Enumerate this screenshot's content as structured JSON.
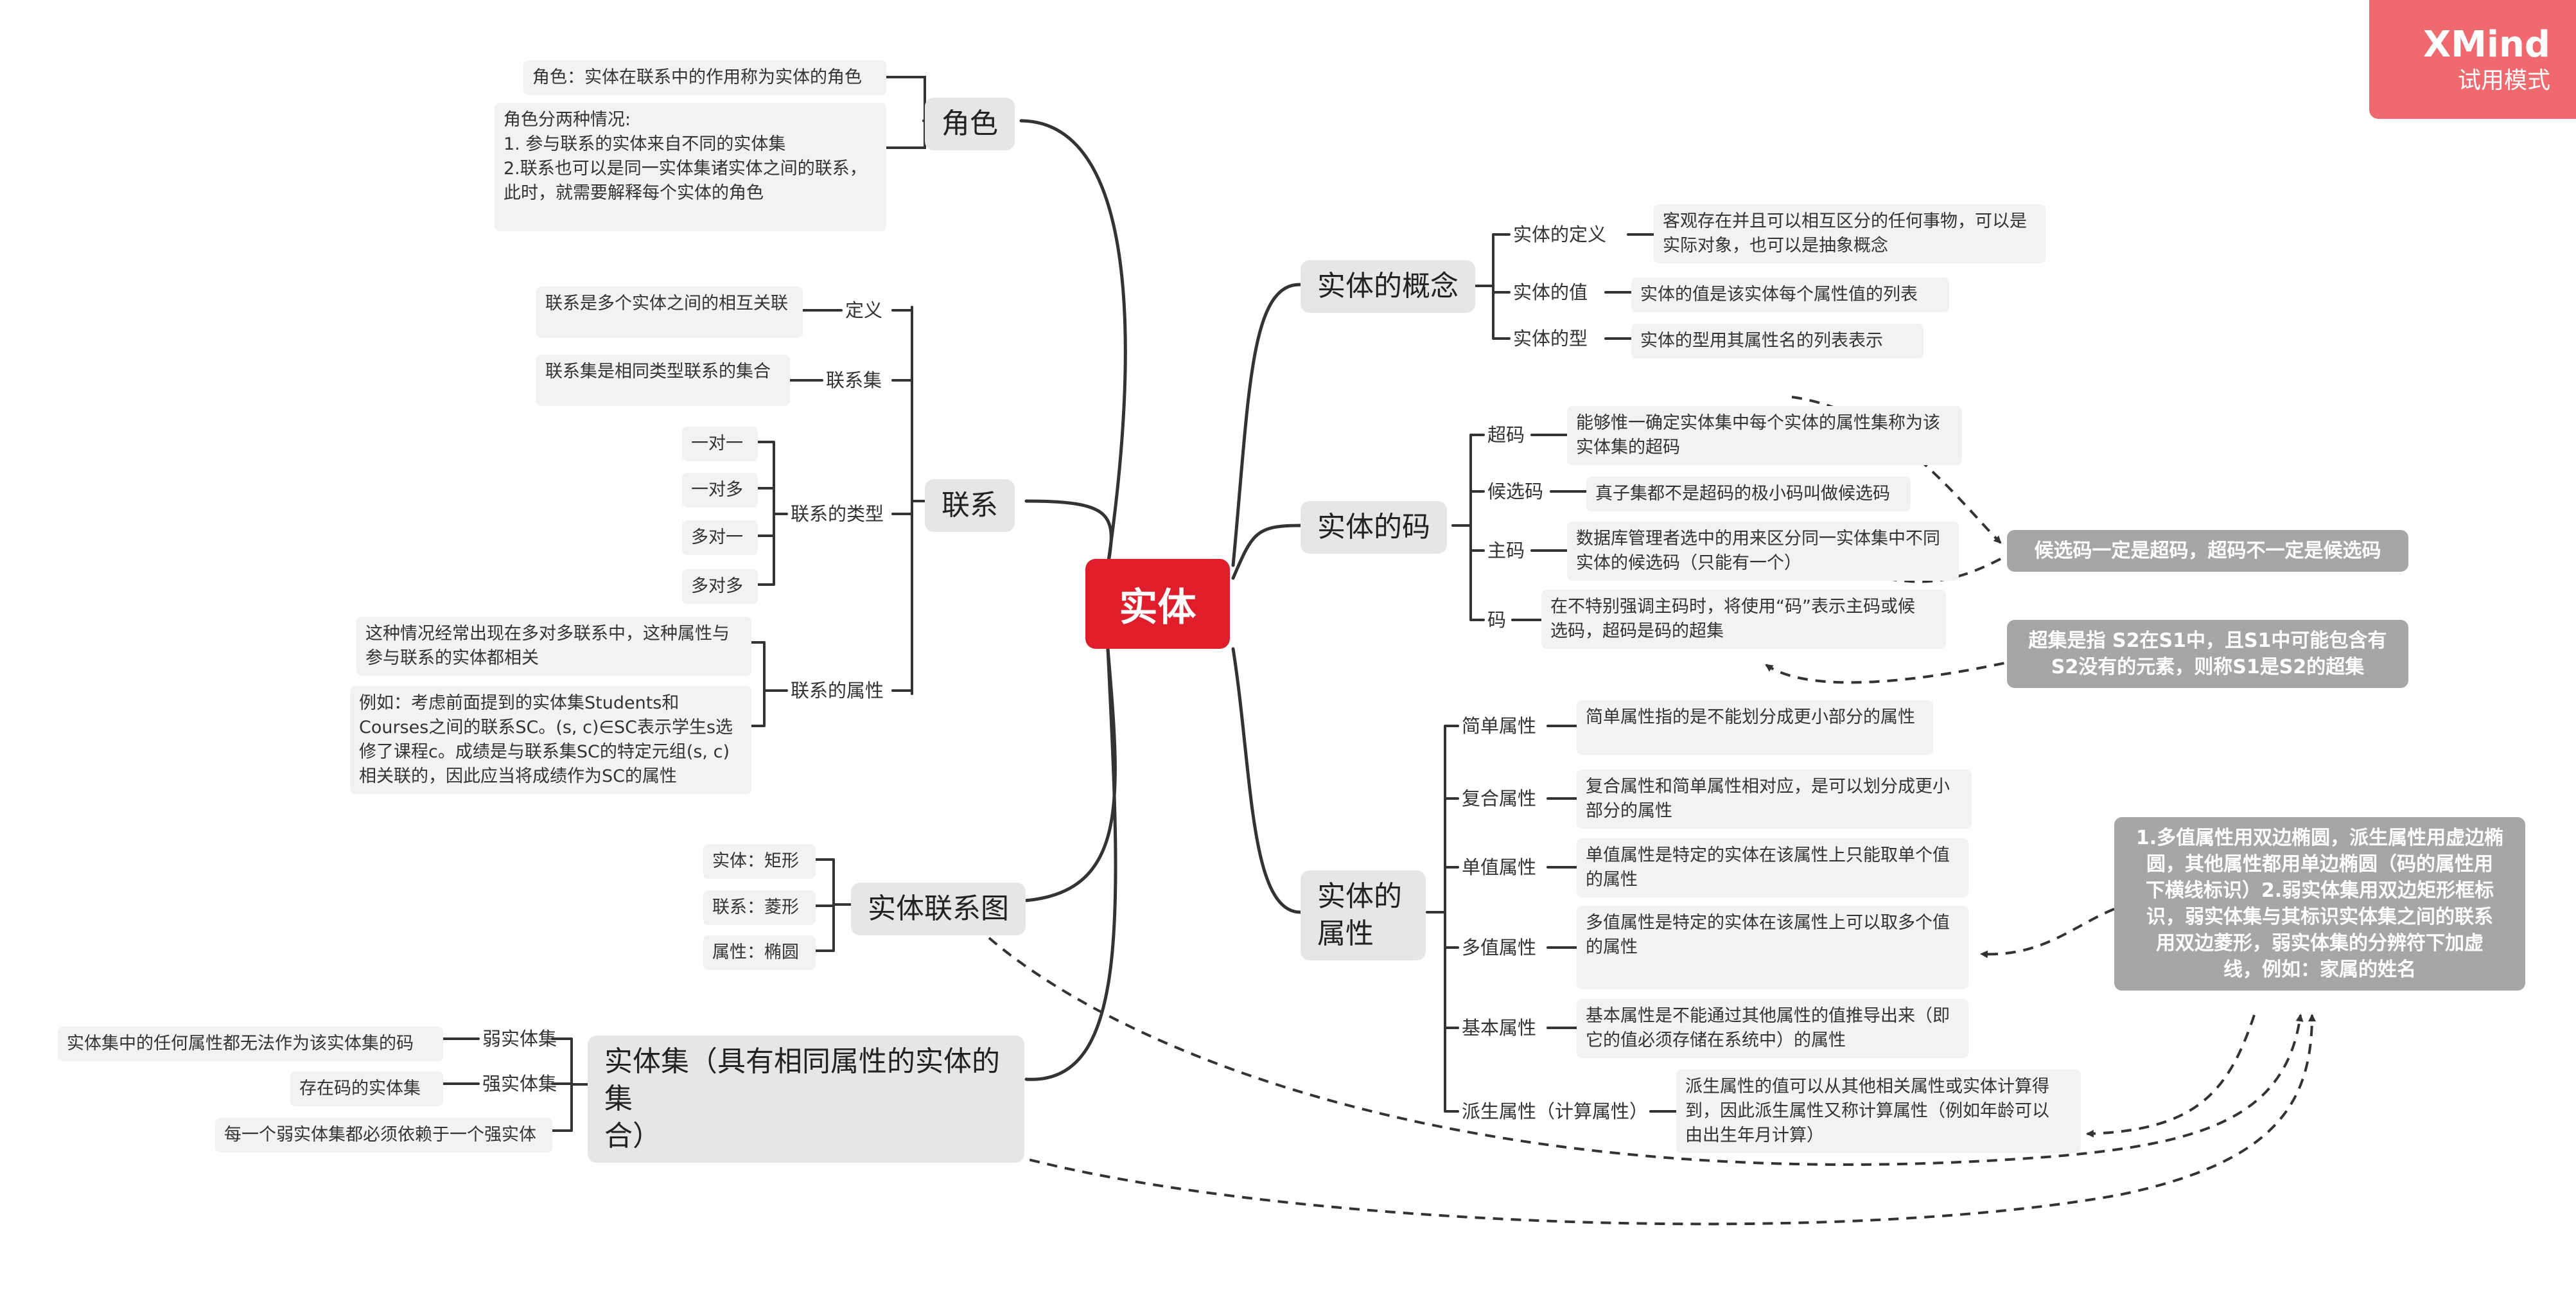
{
  "watermark": {
    "brand": "XMind",
    "mode": "试用模式"
  },
  "root": "实体",
  "role": {
    "title": "角色",
    "items": [
      "角色：实体在联系中的作用称为实体的角色",
      "角色分两种情况:\n1. 参与联系的实体来自不同的实体集\n2.联系也可以是同一实体集诸实体之间的联系，\n此时，就需要解释每个实体的角色"
    ]
  },
  "relation": {
    "title": "联系",
    "definition": {
      "label": "定义",
      "text": "联系是多个实体之间的相互关联"
    },
    "relation_set": {
      "label": "联系集",
      "text": "联系集是相同类型联系的集合"
    },
    "types": {
      "label": "联系的类型",
      "items": [
        "一对一",
        "一对多",
        "多对一",
        "多对多"
      ]
    },
    "attributes": {
      "label": "联系的属性",
      "items": [
        "这种情况经常出现在多对多联系中，这种属性与\n参与联系的实体都相关",
        "例如：考虑前面提到的实体集Students和\nCourses之间的联系SC。(s, c)∈SC表示学生s选\n修了课程c。成绩是与联系集SC的特定元组(s, c)\n相关联的，因此应当将成绩作为SC的属性"
      ]
    }
  },
  "er_diagram": {
    "title": "实体联系图",
    "items": [
      "实体：矩形",
      "联系：菱形",
      "属性：椭圆"
    ]
  },
  "entity_set": {
    "title": "实体集（具有相同属性的实体的集\n合）",
    "items": [
      {
        "label": "弱实体集",
        "text": "实体集中的任何属性都无法作为该实体集的码"
      },
      {
        "label": "强实体集",
        "text": "存在码的实体集"
      },
      {
        "label": "",
        "text": "每一个弱实体集都必须依赖于一个强实体"
      }
    ]
  },
  "concept": {
    "title": "实体的概念",
    "items": [
      {
        "label": "实体的定义",
        "text": "客观存在并且可以相互区分的任何事物，可以是\n实际对象，也可以是抽象概念"
      },
      {
        "label": "实体的值",
        "text": "实体的值是该实体每个属性值的列表"
      },
      {
        "label": "实体的型",
        "text": "实体的型用其属性名的列表表示"
      }
    ]
  },
  "keys": {
    "title": "实体的码",
    "items": [
      {
        "label": "超码",
        "text": "能够惟一确定实体集中每个实体的属性集称为该\n实体集的超码"
      },
      {
        "label": "候选码",
        "text": "真子集都不是超码的极小码叫做候选码"
      },
      {
        "label": "主码",
        "text": "数据库管理者选中的用来区分同一实体集中不同\n实体的候选码（只能有一个）"
      },
      {
        "label": "码",
        "text": "在不特别强调主码时，将使用“码”表示主码或候\n选码，超码是码的超集"
      }
    ]
  },
  "attributes": {
    "title": "实体的\n属性",
    "items": [
      {
        "label": "简单属性",
        "text": "简单属性指的是不能划分成更小部分的属性"
      },
      {
        "label": "复合属性",
        "text": "复合属性和简单属性相对应，是可以划分成更小\n部分的属性"
      },
      {
        "label": "单值属性",
        "text": "单值属性是特定的实体在该属性上只能取单个值\n的属性"
      },
      {
        "label": "多值属性",
        "text": "多值属性是特定的实体在该属性上可以取多个值\n的属性"
      },
      {
        "label": "基本属性",
        "text": "基本属性是不能通过其他属性的值推导出来（即\n它的值必须存储在系统中）的属性"
      },
      {
        "label": "派生属性（计算属性）",
        "text": "派生属性的值可以从其他相关属性或实体计算得\n到，因此派生属性又称计算属性（例如年龄可以\n由出生年月计算）"
      }
    ]
  },
  "callouts": {
    "candidate": "候选码一定是超码，超码不一定是候选码",
    "superset": "超集是指 S2在S1中，且S1中可能包含有\nS2没有的元素，则称S1是S2的超集",
    "notation": "1.多值属性用双边椭圆，派生属性用虚边椭\n圆，其他属性都用单边椭圆（码的属性用\n下横线标识）2.弱实体集用双边矩形框标\n识，弱实体集与其标识实体集之间的联系\n用双边菱形，弱实体集的分辨符下加虚\n线，例如：家属的姓名"
  },
  "colors": {
    "root": "#e01e2b",
    "branch": "#333333",
    "badge": "#f0696f",
    "callout": "#a6a6a6"
  }
}
